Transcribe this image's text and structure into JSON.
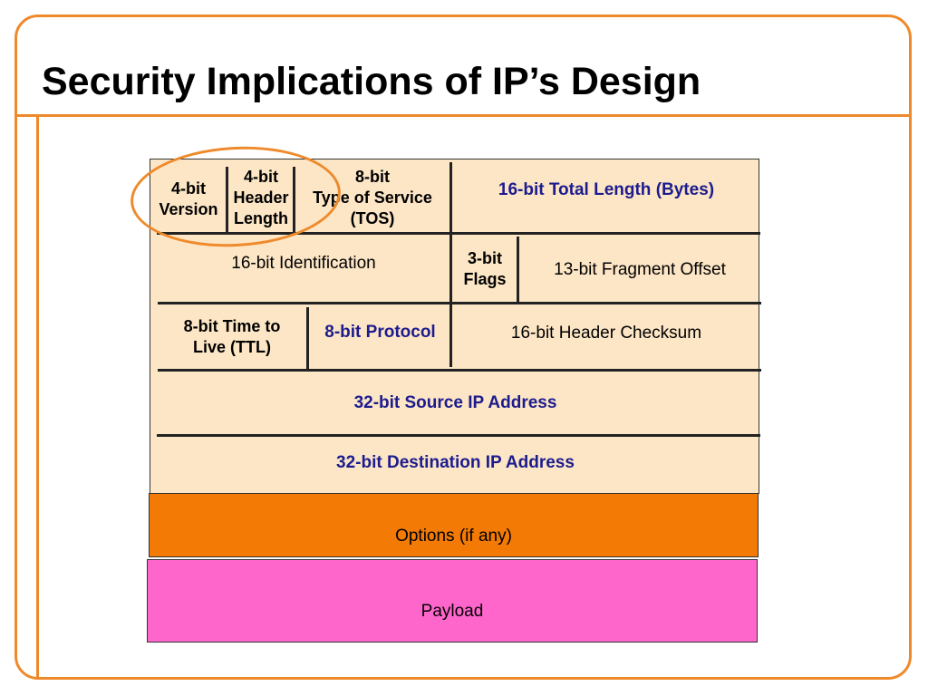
{
  "slide": {
    "title": "Security Implications of IP’s Design"
  },
  "ip_header": {
    "row1": {
      "version": [
        "4-bit",
        "Version"
      ],
      "header_length": [
        "4-bit",
        "Header",
        "Length"
      ],
      "tos": [
        "8-bit",
        "Type of Service",
        "(TOS)"
      ],
      "total_length": "16-bit Total Length (Bytes)"
    },
    "row2": {
      "identification": "16-bit Identification",
      "flags": [
        "3-bit",
        "Flags"
      ],
      "fragment_offset": "13-bit Fragment Offset"
    },
    "row3": {
      "ttl": [
        "8-bit Time to",
        "Live (TTL)"
      ],
      "protocol": "8-bit Protocol",
      "checksum": "16-bit Header Checksum"
    },
    "source_ip": "32-bit Source IP Address",
    "destination_ip": "32-bit Destination IP Address",
    "options": "Options (if any)",
    "payload": "Payload"
  },
  "colors": {
    "accent": "#ee8a2b",
    "header_fill": "#fde6c6",
    "options_fill": "#f27a05",
    "payload_fill": "#ff66cc",
    "highlight_text": "#1c1c8e"
  }
}
